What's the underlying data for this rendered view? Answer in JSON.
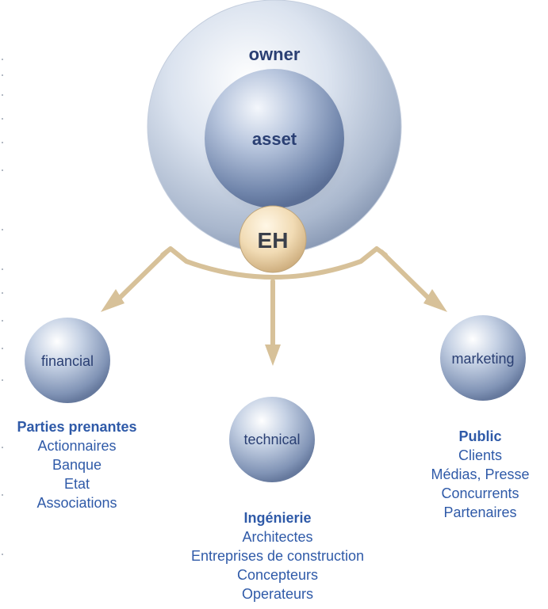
{
  "core": {
    "outer_label": "owner",
    "inner_label": "asset",
    "hub_label": "EH"
  },
  "nodes": {
    "financial": "financial",
    "technical": "technical",
    "marketing": "marketing"
  },
  "groups": {
    "financial": {
      "title": "Parties prenantes",
      "items": [
        "Actionnaires",
        "Banque",
        "Etat",
        "Associations"
      ]
    },
    "marketing": {
      "title": "Public",
      "items": [
        "Clients",
        "Médias, Presse",
        "Concurrents",
        "Partenaires"
      ]
    },
    "technical": {
      "title": "Ingénierie",
      "items": [
        "Architectes",
        "Entreprises de construction",
        "Concepteurs",
        "Operateurs"
      ]
    }
  },
  "colors": {
    "text": "#2f5aa8",
    "sphere_label": "#2a3f73",
    "arrow": "#d7c199"
  }
}
